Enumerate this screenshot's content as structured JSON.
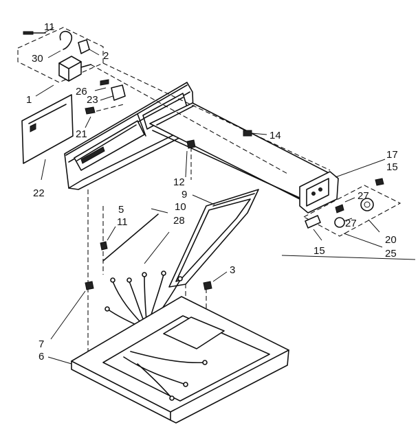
{
  "callouts": [
    {
      "id": "c-11-top",
      "text": "11"
    },
    {
      "id": "c-30",
      "text": "30"
    },
    {
      "id": "c-2",
      "text": "2"
    },
    {
      "id": "c-1",
      "text": "1"
    },
    {
      "id": "c-26",
      "text": "26"
    },
    {
      "id": "c-23",
      "text": "23"
    },
    {
      "id": "c-21",
      "text": "21"
    },
    {
      "id": "c-22",
      "text": "22"
    },
    {
      "id": "c-14",
      "text": "14"
    },
    {
      "id": "c-17",
      "text": "17"
    },
    {
      "id": "c-15-top",
      "text": "15"
    },
    {
      "id": "c-12",
      "text": "12"
    },
    {
      "id": "c-5",
      "text": "5"
    },
    {
      "id": "c-9",
      "text": "9"
    },
    {
      "id": "c-10",
      "text": "10"
    },
    {
      "id": "c-11-mid",
      "text": "11"
    },
    {
      "id": "c-28",
      "text": "28"
    },
    {
      "id": "c-27-top",
      "text": "27"
    },
    {
      "id": "c-27-bot",
      "text": "27"
    },
    {
      "id": "c-20",
      "text": "20"
    },
    {
      "id": "c-25",
      "text": "25"
    },
    {
      "id": "c-15-bot",
      "text": "15"
    },
    {
      "id": "c-3",
      "text": "3"
    },
    {
      "id": "c-7",
      "text": "7"
    },
    {
      "id": "c-6",
      "text": "6"
    }
  ]
}
